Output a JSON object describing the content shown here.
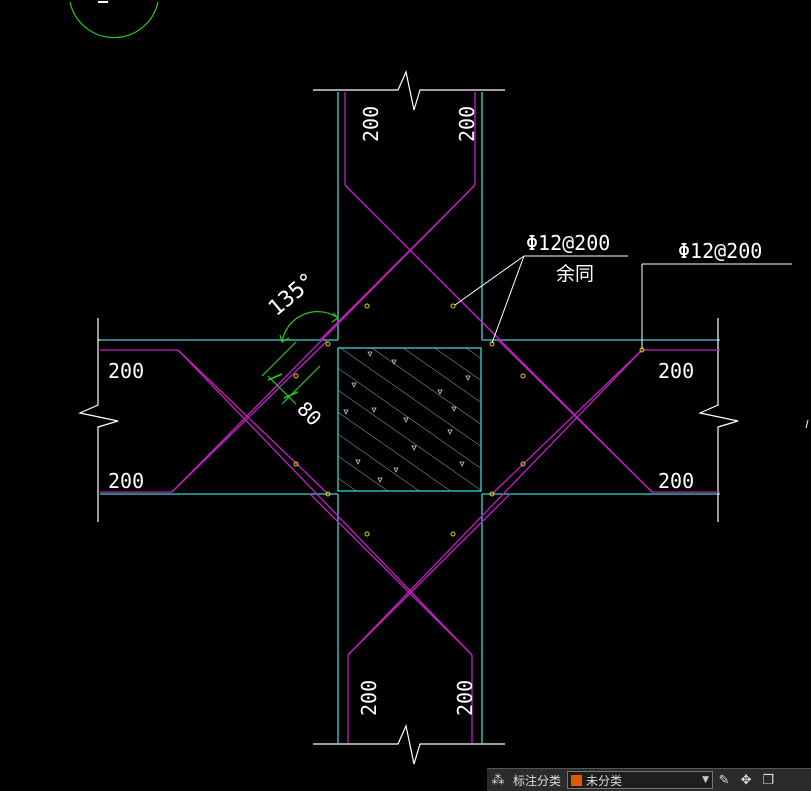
{
  "drawing": {
    "dims_200": [
      "200",
      "200",
      "200",
      "200",
      "200",
      "200",
      "200",
      "200"
    ],
    "angle_label": "135°",
    "dim_80": "80",
    "rebar_label_left": "Φ12@200",
    "rebar_label_left_sub": "余同",
    "rebar_label_right": "Φ12@200"
  },
  "colors": {
    "wall_outline": "#3fd3d3",
    "rebar": "#c21fc2",
    "dim_green": "#22cc22",
    "text": "#ffffff",
    "leader": "#ffffff",
    "dots": "#e6d200",
    "background": "#000000"
  },
  "toolbar": {
    "icon1": "grid-icon",
    "label": "标注分类",
    "selected": "未分类",
    "swatch_color": "#e05a00"
  }
}
